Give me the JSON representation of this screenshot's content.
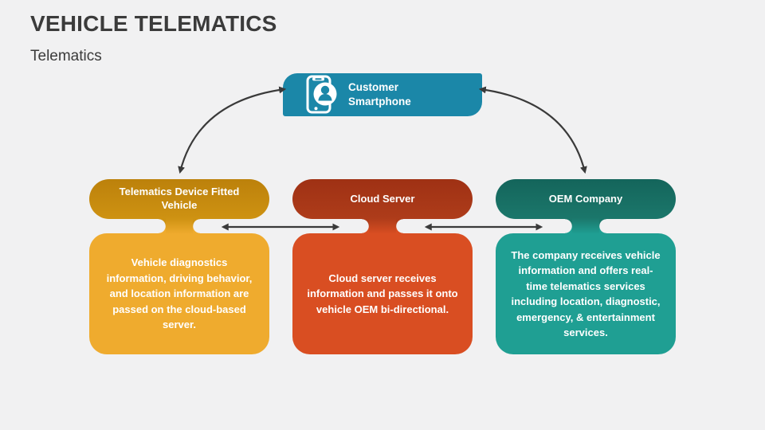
{
  "slide": {
    "title": "VEHICLE TELEMATICS",
    "subtitle": "Telematics"
  },
  "diagram": {
    "smartphone_node": {
      "label": "Customer Smartphone",
      "icon": "smartphone-user-icon",
      "color": "#1B87A8"
    },
    "nodes": [
      {
        "id": "telematics-device-fitted-vehicle",
        "title": "Telematics Device Fitted Vehicle",
        "description": "Vehicle diagnostics information, driving behavior, and location information are passed on the cloud-based server.",
        "header_color": "#C4880E",
        "body_color": "#EFAB2E"
      },
      {
        "id": "cloud-server",
        "title": "Cloud Server",
        "description": "Cloud server receives information and passes it onto vehicle OEM bi-directional.",
        "header_color": "#A63716",
        "body_color": "#D94E22"
      },
      {
        "id": "oem-company",
        "title": "OEM Company",
        "description": "The company receives vehicle information and offers real-time telematics services including location, diagnostic, emergency, & entertainment services.",
        "header_color": "#166A60",
        "body_color": "#1F9F93"
      }
    ],
    "connections": [
      {
        "from": "customer-smartphone",
        "to": "telematics-device-fitted-vehicle",
        "type": "curved-bidirectional-arrow"
      },
      {
        "from": "customer-smartphone",
        "to": "oem-company",
        "type": "curved-bidirectional-arrow"
      },
      {
        "from": "telematics-device-fitted-vehicle",
        "to": "cloud-server",
        "type": "horizontal-bidirectional-arrow"
      },
      {
        "from": "cloud-server",
        "to": "oem-company",
        "type": "horizontal-bidirectional-arrow"
      }
    ]
  },
  "colors": {
    "background": "#F1F1F2",
    "title_text": "#3B3B3B",
    "node_text": "#FFFFFF",
    "arrow": "#3A3A3A"
  }
}
